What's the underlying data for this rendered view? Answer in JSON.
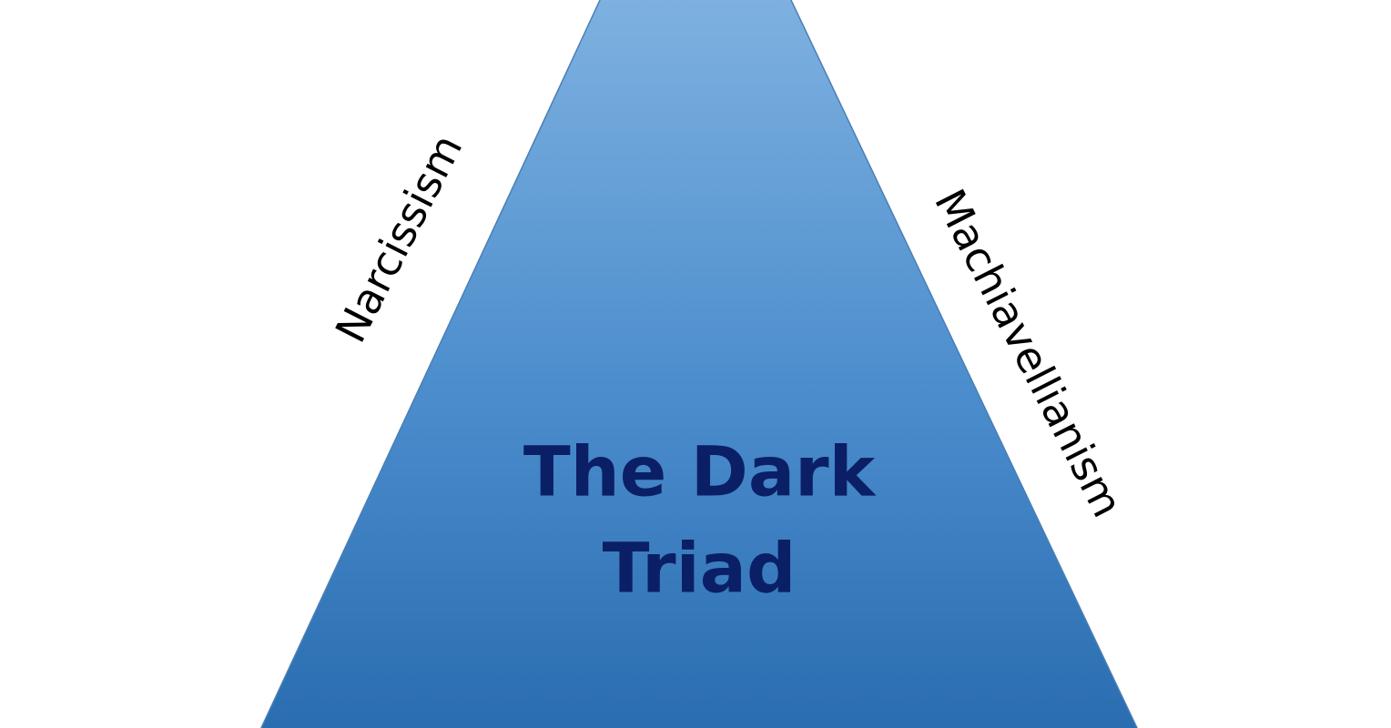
{
  "diagram": {
    "center": {
      "line1": "The Dark",
      "line2": "Triad"
    },
    "left_side_label": "Narcissism",
    "right_side_label": "Machiavellianism",
    "colors": {
      "fill_top": "#7eb1e0",
      "fill_bottom": "#2a6db0",
      "edge": "#4a7fb5",
      "title_text": "#0b1f66",
      "label_text": "#000000",
      "background": "#ffffff"
    }
  }
}
